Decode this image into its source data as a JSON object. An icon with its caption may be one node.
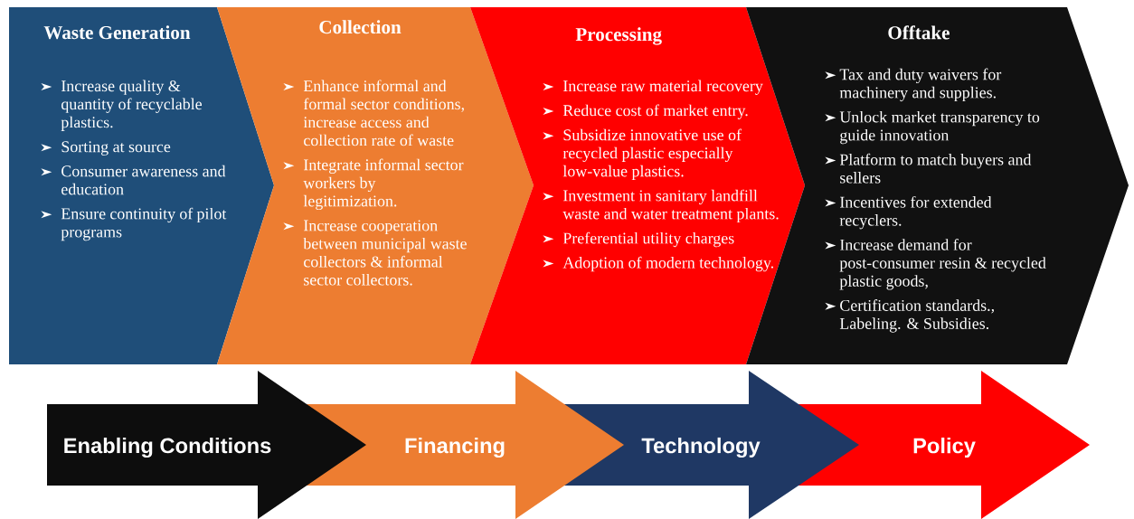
{
  "diagram": {
    "nodes": [
      {
        "text": [
          "Waste Generation",
          "Increase quality & quantity of recyclable plastics.",
          "Sorting at source",
          "Consumer awareness and education",
          "Ensure continuity of pilot programs"
        ]
      },
      {
        "text": [
          "Collection",
          "Enhance informal and formal sector conditions, increase access and collection rate of waste",
          "Integrate informal sector workers by legitimization.",
          "Increase cooperation between municipal waste collectors & informal sector collectors."
        ]
      },
      {
        "text": [
          "Processing",
          "Increase raw material recovery",
          "Reduce cost of market entry.",
          "Subsidize innovative use of recycled plastic especially low-value plastics.",
          "Investment in sanitary landfill waste and water treatment plants.",
          "Preferential utility charges",
          "Adoption of modern technology."
        ]
      },
      {
        "text": [
          "Offtake",
          "Tax and duty waivers for machinery and supplies.",
          "Unlock market transparency to guide innovation",
          "Platform to match buyers and sellers",
          "Incentives for extended recyclers.",
          "Increase demand for post-consumer resin & recycled plastic goods,",
          "Certification standards., Labeling. & Subsidies."
        ]
      },
      {
        "text": [
          "Enabling Conditions"
        ]
      },
      {
        "text": [
          "Financing"
        ]
      },
      {
        "text": [
          "Technology"
        ]
      },
      {
        "text": [
          "Policy"
        ]
      }
    ]
  }
}
